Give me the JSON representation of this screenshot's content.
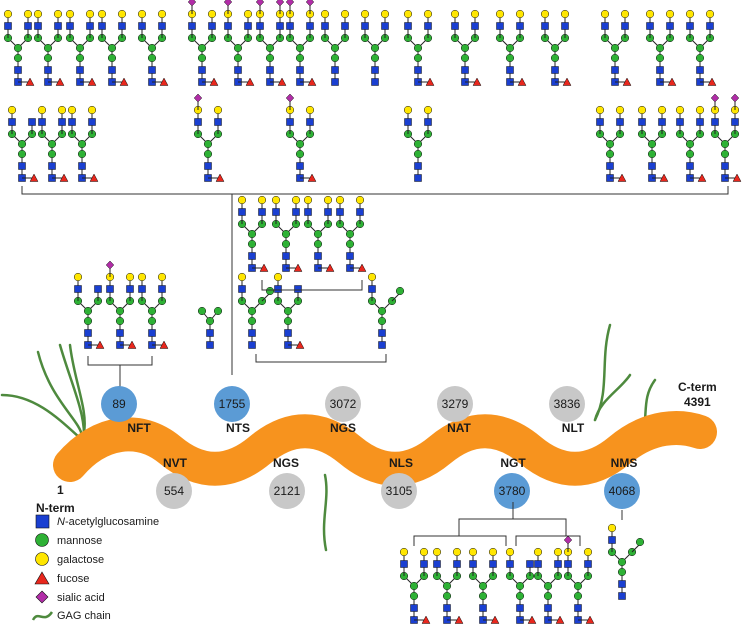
{
  "colors": {
    "backbone": "#F7931E",
    "site_blue": "#5B9BD5",
    "site_gray": "#C8C8C8",
    "gag": "#4E8A3E",
    "glcnac": "#1A3FD1",
    "mannose": "#2EB135",
    "galactose": "#FFE600",
    "fucose": "#E8271D",
    "sialic": "#B22DA8"
  },
  "protein": {
    "n_term_number": "1",
    "n_term_label": "N-term",
    "c_term_label": "C-term",
    "c_term_number": "4391"
  },
  "sites_top": [
    {
      "motif": "NFT",
      "number": "89",
      "color": "blue"
    },
    {
      "motif": "NTS",
      "number": "1755",
      "color": "blue"
    },
    {
      "motif": "NGS",
      "number": "3072",
      "color": "gray"
    },
    {
      "motif": "NAT",
      "number": "3279",
      "color": "gray"
    },
    {
      "motif": "NLT",
      "number": "3836",
      "color": "gray"
    }
  ],
  "sites_bottom": [
    {
      "motif": "NVT",
      "number": "554",
      "color": "gray"
    },
    {
      "motif": "NGS",
      "number": "2121",
      "color": "gray"
    },
    {
      "motif": "NLS",
      "number": "3105",
      "color": "gray"
    },
    {
      "motif": "NGT",
      "number": "3780",
      "color": "blue"
    },
    {
      "motif": "NMS",
      "number": "4068",
      "color": "blue"
    }
  ],
  "legend": {
    "glcnac_italic": "N",
    "glcnac_rest": "-acetylglucosamine",
    "mannose": "mannose",
    "galactose": "galactose",
    "fucose": "fucose",
    "sialic": "sialic acid",
    "gag": "GAG chain"
  },
  "glycans_1755_group": [
    {
      "kind": "G2F",
      "sialic": 0
    },
    {
      "kind": "G2F",
      "sialic": 1
    },
    {
      "kind": "G2F",
      "sialic": 0
    },
    {
      "kind": "G2F",
      "sialic": 1
    },
    {
      "kind": "G2FB",
      "sialic": 0
    },
    {
      "kind": "G1F",
      "sialic": 0
    },
    {
      "kind": "G2S",
      "sialic": 1
    },
    {
      "kind": "G2S",
      "sialic": 2
    },
    {
      "kind": "G2",
      "sialic": 0
    },
    {
      "kind": "G2",
      "sialic": 0
    },
    {
      "kind": "G2F",
      "sialic": 0
    },
    {
      "kind": "G2F",
      "sialic": 0
    },
    {
      "kind": "G2F",
      "sialic": 0
    },
    {
      "kind": "G1F",
      "sialic": 0
    },
    {
      "kind": "G1F",
      "sialic": 0
    },
    {
      "kind": "G2F",
      "sialic": 0
    },
    {
      "kind": "G2F",
      "sialic": 0
    },
    {
      "kind": "G2F",
      "sialic": 0
    }
  ]
}
